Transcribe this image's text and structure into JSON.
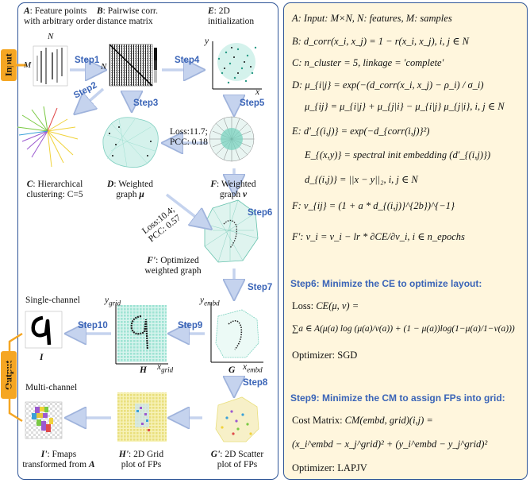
{
  "side_tabs": {
    "input": "Input",
    "output": "Output"
  },
  "left": {
    "a_label": {
      "letter": "A",
      "text": ": Feature points",
      "line2": "with arbitrary order"
    },
    "b_label": {
      "letter": "B",
      "text": ": Pairwise corr.",
      "line2": "distance matrix"
    },
    "e_label": {
      "letter": "E",
      "text": ": 2D",
      "line2": "initialization"
    },
    "matrix_n_top": "N",
    "matrix_m_side": "M",
    "matrix_n_side": "N",
    "e_axis_y": "y",
    "e_axis_x": "x",
    "c_label": {
      "letter": "C",
      "text": ": Hierarchical",
      "line2": "clustering: C=5"
    },
    "d_label": {
      "letter": "D",
      "text": ": Weighted",
      "line2": "graph ",
      "sym": "μ"
    },
    "f_label": {
      "letter": "F",
      "text": ": Weighted",
      "line2": "graph ",
      "sym": "v"
    },
    "loss1": "Loss:11.7;",
    "pcc1": "PCC: 0.18",
    "loss2": "Loss:10.4;",
    "pcc2": "PCC: 0.57",
    "fprime_label": {
      "letter": "F'",
      "text": ": Optimized",
      "line2": "weighted graph"
    },
    "single_channel": "Single-channel",
    "multi_channel": "Multi-channel",
    "i_label": "I",
    "h_label": "H",
    "g_label": "G",
    "ygrid": "y",
    "ygrid_sub": "grid",
    "xgrid": "x",
    "xgrid_sub": "grid",
    "yembd": "y",
    "yembd_sub": "embd",
    "xembd": "x",
    "xembd_sub": "embd",
    "iprime_label": {
      "letter": "I'",
      "text": ": Fmaps",
      "line2": "transformed from ",
      "sym": "A"
    },
    "hprime_label": {
      "letter": "H'",
      "text": ": 2D Grid",
      "line2": "plot of FPs"
    },
    "gprime_label": {
      "letter": "G'",
      "text": ": 2D Scatter",
      "line2": "plot of FPs"
    },
    "steps": {
      "s1": "Step1",
      "s2": "Step2",
      "s3": "Step3",
      "s4": "Step4",
      "s5": "Step5",
      "s6": "Step6",
      "s7": "Step7",
      "s8": "Step8",
      "s9": "Step9",
      "s10": "Step10"
    }
  },
  "right": {
    "a": "A: Input: M×N, N: features, M: samples",
    "b": "B: d_corr(x_i, x_j) = 1 − r(x_i, x_j), i, j ∈ N",
    "c": "C: n_cluster = 5, linkage = 'complete'",
    "d1": "D: μ_{i|j} = exp(−(d_corr(x_i, x_j) − ρ_i) / σ_i)",
    "d2": "μ_{ij} = μ_{i|j} + μ_{j|i} − μ_{i|j} μ_{j|i}, i, j ∈ N",
    "e1": "E: d'_{(i,j)} = exp(−d_{corr(i,j)}²)",
    "e2": "E_{(x,y)} = spectral init embedding (d'_{(i,j)})",
    "e3": "d_{(i,j)} = ||x − y||₂, i, j ∈ N",
    "f": "F: v_{ij} = (1 + a * d_{(i,j)}^{2b})^{−1}",
    "fprime": "F': v_i = v_i − lr * ∂CE/∂v_i, i ∈ n_epochs",
    "step6_head": "Step6:  Minimize the CE to optimize layout:",
    "loss_label": "Loss:",
    "loss_formula": "CE(μ, v) =",
    "ce_sum": "∑a ∈ A(μ(a) log (μ(a)/v(a)) + (1 − μ(a))log(1−μ(a)/1−v(a)))",
    "optimizer1": "Optimizer: SGD",
    "step9_head": "Step9: Minimize the CM to assign FPs into grid:",
    "cost_label": "Cost Matrix:",
    "cost_formula": "CM(embd, grid)(i,j) =",
    "cost_expr": "(x_i^embd − x_j^grid)² + (y_i^embd − y_j^grid)²",
    "optimizer2": "Optimizer: LAPJV"
  }
}
